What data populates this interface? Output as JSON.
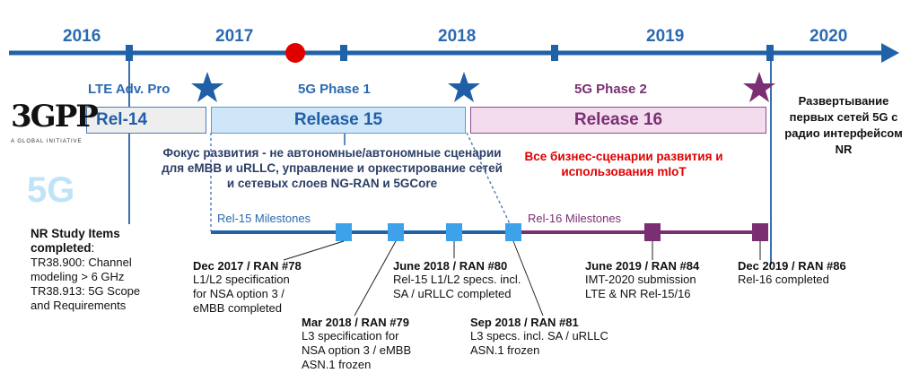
{
  "years": [
    "2016",
    "2017",
    "2018",
    "2019",
    "2020"
  ],
  "phases": {
    "lte": "LTE Adv. Pro",
    "phase1": "5G Phase 1",
    "phase2": "5G Phase 2"
  },
  "releases": {
    "rel14": "Rel-14",
    "rel15": "Release 15",
    "rel16": "Release 16"
  },
  "logo": {
    "name": "3GPP",
    "tagline": "A GLOBAL INITIATIVE",
    "fiveg": "5G"
  },
  "deploy_text": "Развертывание первых сетей 5G с радио интерфейсом NR",
  "focus_text": "Фокус развития -  не автономные/автономные сценарии для eMBB и uRLLC, управление и оркестирование сетей и сетевых слоев NG-RAN и 5GCore",
  "mIoT_text": "Все бизнес-сценарии развития и использования mIoT",
  "study": {
    "title": "NR Study Items completed",
    "colon": ":",
    "lines": [
      "TR38.900: Channel",
      "modeling > 6 GHz",
      "TR38.913: 5G Scope",
      "and Requirements"
    ]
  },
  "milestone_labels": {
    "rel15": "Rel-15 Milestones",
    "rel16": "Rel-16 Milestones"
  },
  "milestones": [
    {
      "head": "Dec 2017 / RAN #78",
      "lines": [
        "L1/L2 specification",
        "for NSA option 3 /",
        "eMBB completed"
      ]
    },
    {
      "head": "Mar 2018 / RAN #79",
      "lines": [
        "L3 specification for",
        "NSA option 3 / eMBB",
        "ASN.1 frozen"
      ]
    },
    {
      "head": "June 2018 / RAN #80",
      "lines": [
        "Rel-15 L1/L2 specs. incl.",
        "SA / uRLLC completed"
      ]
    },
    {
      "head": "Sep 2018 / RAN #81",
      "lines": [
        "L3 specs. incl. SA / uRLLC",
        "ASN.1 frozen"
      ]
    },
    {
      "head": "June 2019 / RAN #84",
      "lines": [
        "IMT-2020 submission",
        "LTE & NR Rel-15/16"
      ]
    },
    {
      "head": "Dec 2019 / RAN #86",
      "lines": [
        "Rel-16 completed"
      ]
    }
  ],
  "colors": {
    "blue": "#1f5fa8",
    "lightblue": "#3ea2ea",
    "purple": "#7a2f72",
    "red": "#e00000"
  }
}
